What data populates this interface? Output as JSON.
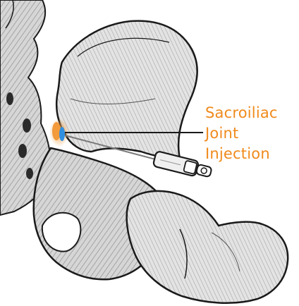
{
  "label": {
    "line1": "Sacroiliac",
    "line2": "Joint",
    "line3": "Injection"
  },
  "colors": {
    "label": "#f08a1c",
    "bone_fill": "#d9d9d9",
    "bone_outline": "#1a1a1a",
    "injection_site_orange": "#f39a3a",
    "injection_site_blue": "#2f8fe0",
    "syringe_body": "#eeeeee"
  },
  "figure": {
    "subject": "pelvis-sacroiliac-joint-illustration",
    "instrument": "needle-syringe"
  }
}
